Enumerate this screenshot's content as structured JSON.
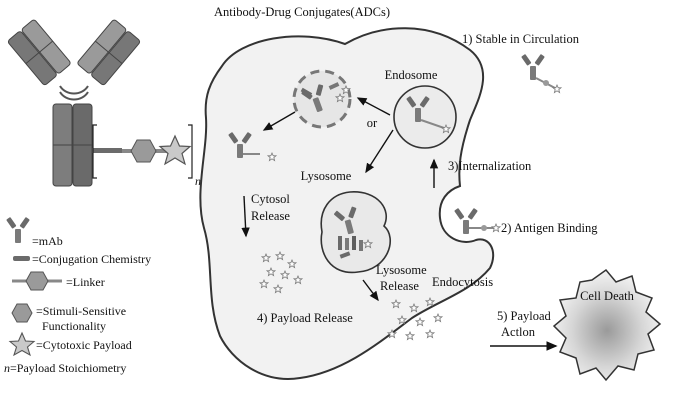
{
  "title": "Antibody-Drug Conjugates(ADCs)",
  "steps": {
    "stable": "1) Stable in Circulation",
    "binding": "2) Antigen Binding",
    "internalization": "3)Internalization",
    "payload_release": "4) Payload Release",
    "action_line1": "5) Payload",
    "action_line2": "Actlon"
  },
  "labels": {
    "endosome": "Endosome",
    "lysosome": "Lysosome",
    "or": "or",
    "cytosol_line1": "Cytosol",
    "cytosol_line2": "Release",
    "lyso_release_line1": "Lysosome",
    "lyso_release_line2": "Release",
    "endocytosis": "Endocytosis",
    "cell_death": "Cell Death",
    "n_subscript": "n"
  },
  "legend": {
    "mab": "=mAb",
    "conjugation": "=Conjugation Chemistry",
    "linker": "=Linker",
    "stimuli_line1": "=Stimuli-Sensitive",
    "stimuli_line2": "Functionality",
    "payload": "=Cytotoxic Payload",
    "stoich_n": "n",
    "stoich_text": "=Payload Stoichiometry"
  },
  "colors": {
    "dark_grey": "#5a5a5a",
    "mid_grey": "#8a8a8a",
    "light_grey": "#bdbdbd",
    "cell_fill": "#f3f3f3",
    "outline": "#333333"
  }
}
